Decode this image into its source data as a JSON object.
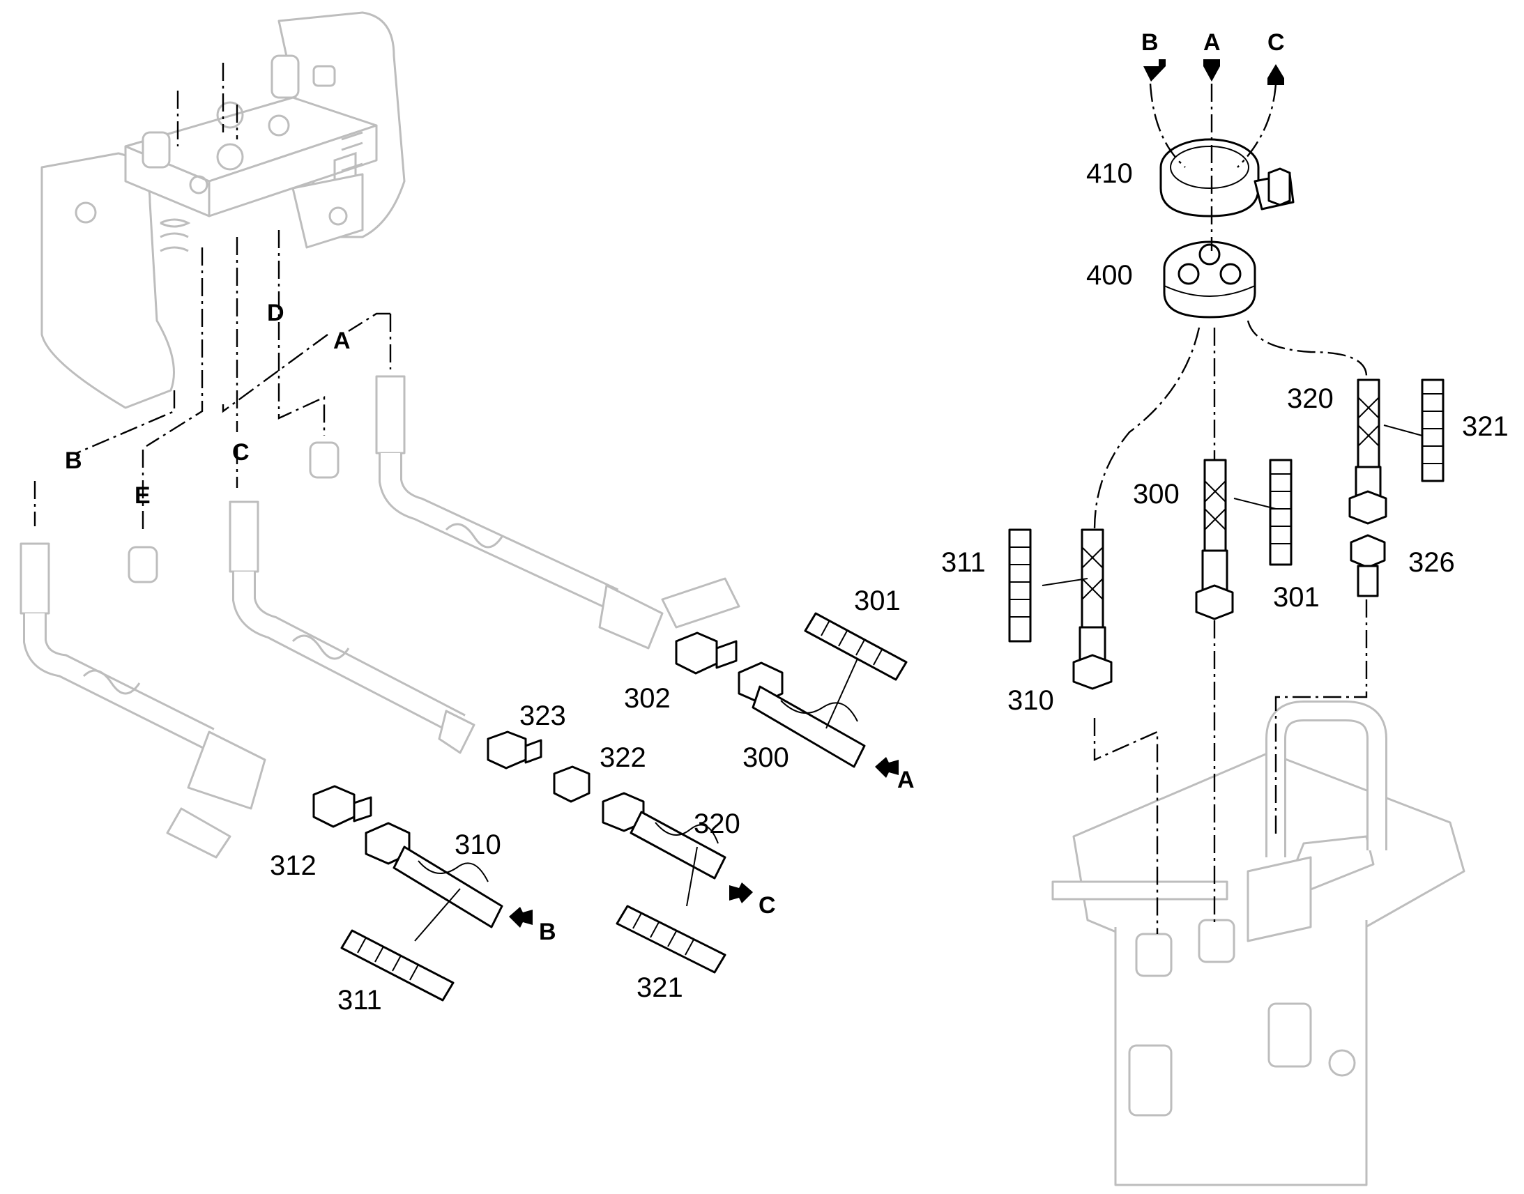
{
  "callouts": {
    "n300_left": "300",
    "n301_left": "301",
    "n302": "302",
    "n310_left": "310",
    "n311_left": "311",
    "n312": "312",
    "n320_left": "320",
    "n321_left": "321",
    "n322": "322",
    "n323": "323",
    "n410": "410",
    "n400": "400",
    "n320_right": "320",
    "n321_right": "321",
    "n300_right": "300",
    "n301_right": "301",
    "n311_right": "311",
    "n326": "326",
    "n310_right": "310"
  },
  "letters": {
    "top_B": "B",
    "top_A": "A",
    "top_C": "C",
    "left_A": "A",
    "left_B": "B",
    "left_C": "C",
    "left_D": "D",
    "left_E": "E",
    "arrow_A": "A",
    "arrow_B": "B",
    "arrow_C": "C"
  },
  "colors": {
    "ink": "#000000",
    "ghost": "#bdbdbd",
    "paper": "#ffffff"
  }
}
